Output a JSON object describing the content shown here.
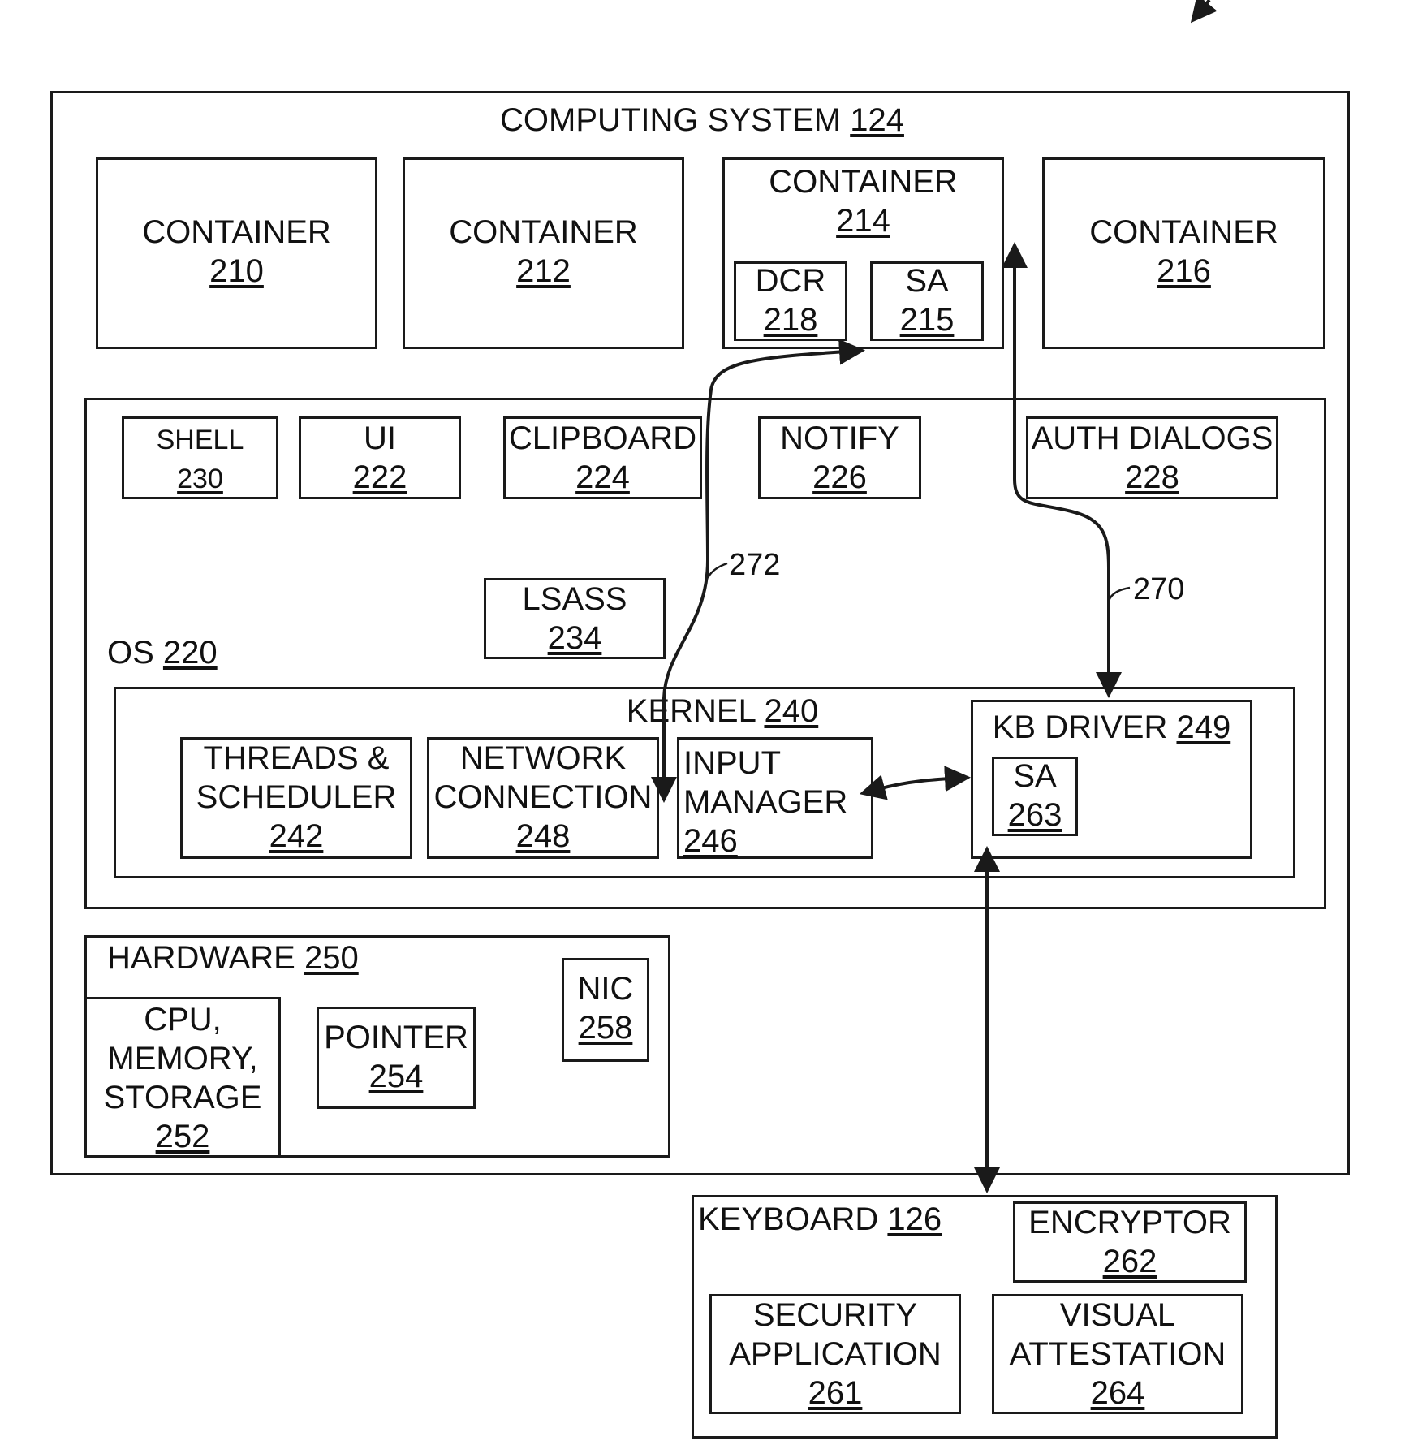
{
  "computing_system": {
    "label": "COMPUTING SYSTEM",
    "ref": "124"
  },
  "containers": [
    {
      "label": "CONTAINER",
      "ref": "210"
    },
    {
      "label": "CONTAINER",
      "ref": "212"
    },
    {
      "label": "CONTAINER",
      "ref": "214"
    },
    {
      "label": "CONTAINER",
      "ref": "216"
    }
  ],
  "container_214_parts": {
    "dcr": {
      "label": "DCR",
      "ref": "218"
    },
    "sa": {
      "label": "SA",
      "ref": "215"
    }
  },
  "os": {
    "label": "OS",
    "ref": "220",
    "shell": {
      "label": "SHELL",
      "ref": "230"
    },
    "ui": {
      "label": "UI",
      "ref": "222"
    },
    "clipboard": {
      "label": "CLIPBOARD",
      "ref": "224"
    },
    "notify": {
      "label": "NOTIFY",
      "ref": "226"
    },
    "auth_dialogs": {
      "label": "AUTH DIALOGS",
      "ref": "228"
    },
    "lsass": {
      "label": "LSASS",
      "ref": "234"
    }
  },
  "kernel": {
    "label": "KERNEL",
    "ref": "240",
    "threads": {
      "line1": "THREADS &",
      "line2": "SCHEDULER",
      "ref": "242"
    },
    "network": {
      "line1": "NETWORK",
      "line2": "CONNECTION",
      "ref": "248"
    },
    "input_manager": {
      "line1": "INPUT",
      "line2": "MANAGER",
      "ref": "246"
    },
    "kb_driver": {
      "label": "KB DRIVER",
      "ref": "249"
    },
    "kb_sa": {
      "label": "SA",
      "ref": "263"
    }
  },
  "hardware": {
    "label": "HARDWARE",
    "ref": "250",
    "cpu": {
      "line1": "CPU,",
      "line2": "MEMORY,",
      "line3": "STORAGE",
      "ref": "252"
    },
    "pointer": {
      "label": "POINTER",
      "ref": "254"
    },
    "nic": {
      "label": "NIC",
      "ref": "258"
    }
  },
  "keyboard": {
    "label": "KEYBOARD",
    "ref": "126",
    "encryptor": {
      "label": "ENCRYPTOR",
      "ref": "262"
    },
    "security_app": {
      "line1": "SECURITY",
      "line2": "APPLICATION",
      "ref": "261"
    },
    "visual_attestation": {
      "line1": "VISUAL",
      "line2": "ATTESTATION",
      "ref": "264"
    }
  },
  "connections": {
    "path_272": "272",
    "path_270": "270"
  }
}
